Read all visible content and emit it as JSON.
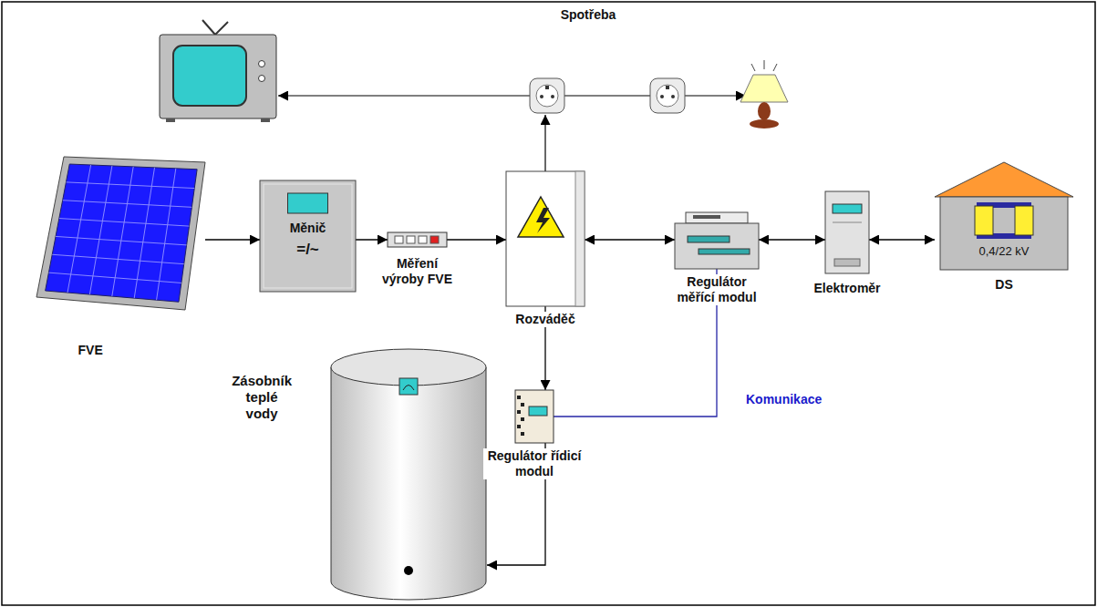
{
  "diagram": {
    "nodes": [
      {
        "text": [
          "FVE"
        ]
      },
      {
        "text": [
          "Měnič",
          "=/~"
        ]
      },
      {
        "text": [
          "Měření výroby FVE"
        ]
      },
      {
        "text": [
          "Rozváděč"
        ]
      },
      {
        "text": [
          "Regulátor měřící modul"
        ]
      },
      {
        "text": [
          "Elektroměr"
        ]
      },
      {
        "text": [
          "0,4/22 kV",
          "DS"
        ]
      },
      {
        "text": [
          "Zásobník teplé vody"
        ]
      },
      {
        "text": [
          "Regulátor řídicí modul"
        ]
      }
    ],
    "edges": [
      {
        "from": 0,
        "to": 1,
        "arrow": "to"
      },
      {
        "from": 1,
        "to": 2,
        "arrow": "to"
      },
      {
        "from": 2,
        "to": 3,
        "arrow": "to"
      },
      {
        "from": 3,
        "to": 4,
        "arrow": "both"
      },
      {
        "from": 4,
        "to": 5,
        "arrow": "both"
      },
      {
        "from": 5,
        "to": 6,
        "arrow": "both"
      },
      {
        "from": 3,
        "to": 8,
        "arrow": "to"
      },
      {
        "from": 8,
        "to": 7,
        "arrow": "to"
      },
      {
        "from": 4,
        "to": 8,
        "label": "Komunikace",
        "arrow": "none"
      }
    ],
    "labels": [
      "Spotřeba"
    ]
  }
}
